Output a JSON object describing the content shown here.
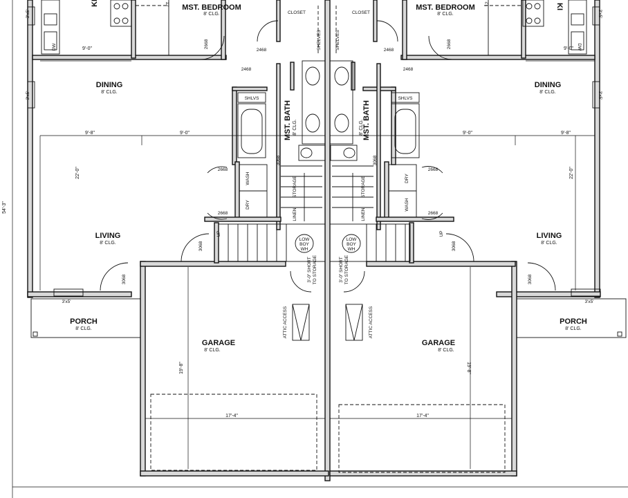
{
  "rooms": {
    "mst_bedroom_title": "MST. BEDROOM",
    "mst_bedroom_clg": "8' CLG.",
    "closet": "CLOSET",
    "shelves": "SHELVES",
    "dining_title": "DINING",
    "dining_clg": "8' CLG.",
    "mst_bath_title": "MST. BATH",
    "mst_bath_clg": "8' CLG.",
    "shlvs": "SHLVS",
    "wash": "WASH",
    "dry": "DRY",
    "linen": "LINEN",
    "storage": "STORAGE",
    "living_title": "LIVING",
    "living_clg": "8' CLG.",
    "porch_title": "PORCH",
    "porch_clg": "8' CLG.",
    "garage_title": "GARAGE",
    "garage_clg": "8' CLG.",
    "attic_access": "ATTIC ACCESS",
    "low_boy_wh_1": "LOW",
    "low_boy_wh_2": "BOY",
    "low_boy_wh_3": "WH",
    "short_door_1": "3'-0\" SHORT",
    "short_door_2": "TO STORAGE",
    "up": "UP",
    "dw": "DW",
    "kit_partial": "KI",
    "twelve": "12"
  },
  "dimensions": {
    "d_9_0": "9'-0\"",
    "d_9_8": "9'-8\"",
    "d_22_0": "22'-0\"",
    "d_19_8": "19'-8\"",
    "d_17_4": "17'-4\"",
    "d_54_3": "54'-3\"",
    "w_3x5": "3'x5'",
    "w_3_5": "3'-5\"",
    "door_2468": "2468",
    "door_2668": "2668",
    "door_3068": "3068"
  }
}
